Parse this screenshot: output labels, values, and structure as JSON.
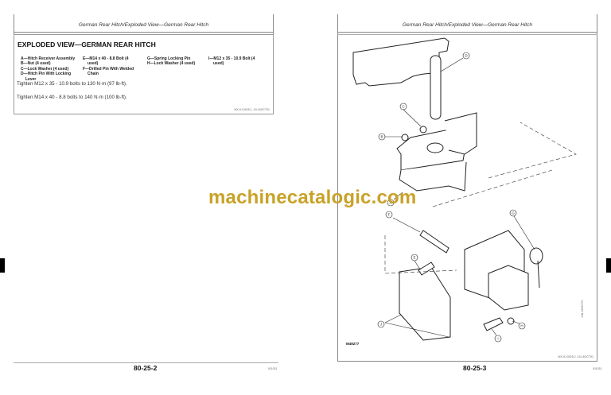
{
  "left_page": {
    "running_header": "German Rear Hitch/Exploded View—German Rear Hitch",
    "section_title": "EXPLODED VIEW—GERMAN REAR HITCH",
    "legend_columns": [
      [
        "A—Hitch Receiver Assembly",
        "B—Nut (4 used)",
        "C—Lock Washer (4 used)",
        "D—Hitch Pin With Locking",
        "   Lever"
      ],
      [
        "E—M14 x 40 - 8.8 Bolt (4",
        "   used)",
        "F—Drilled Pin With Welded",
        "   Chain"
      ],
      [
        "G—Spring Locking Pin",
        "H—Lock Washer (4 used)"
      ],
      [
        "I—M12 x 35 - 10.9 Bolt (4",
        "   used)"
      ]
    ],
    "torque_notes": [
      "Tighten M12 x 35 - 10.9 bolts to 130 N·m (97 lb-ft).",
      "Tighten M14 x 40 - 8.8 bolts to 140 N·m (100 lb-ft)."
    ],
    "doc_code": "MX,HJ,0025,1  -19-16OCT91",
    "page_number": "80-25-2",
    "date_code": "911031"
  },
  "right_page": {
    "running_header": "German Rear Hitch/Exploded View—German Rear Hitch",
    "figure_id": "M49277",
    "figure_side_code": "-UN-16OCT91",
    "doc_code": "MX,HJ,0025,2  -19-16OCT91",
    "page_number": "80-25-3",
    "date_code": "911031",
    "callouts": [
      "A",
      "B",
      "C",
      "D",
      "E",
      "F",
      "G",
      "H",
      "I",
      "J"
    ]
  },
  "watermark": "machinecatalogic.com",
  "colors": {
    "watermark": "#c9a227",
    "tab": "#000000"
  }
}
